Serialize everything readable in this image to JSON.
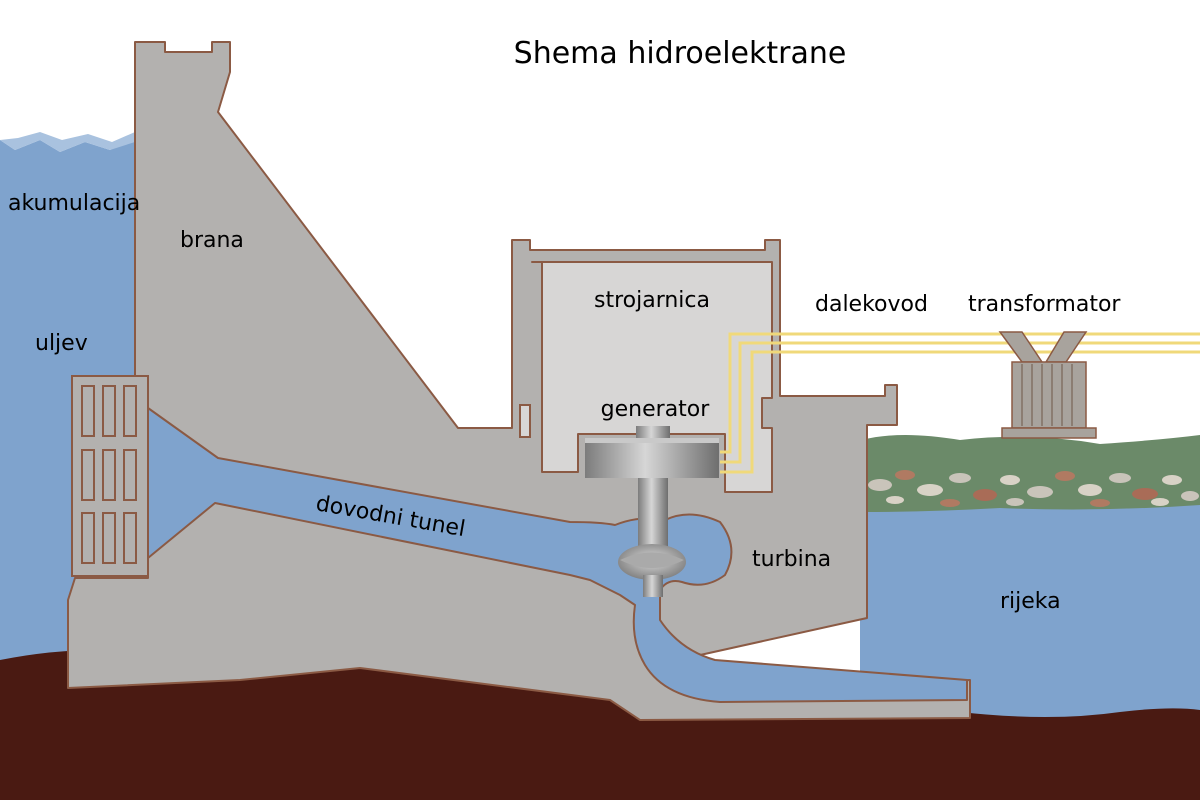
{
  "title": "Shema hidroelektrane",
  "labels": {
    "reservoir": "akumulacija",
    "dam": "brana",
    "intake": "uljev",
    "penstock": "dovodni tunel",
    "powerhouse": "strojarnica",
    "generator": "generator",
    "turbine": "turbina",
    "power_line": "dalekovod",
    "transformer": "transformator",
    "river": "rijeka"
  },
  "colors": {
    "water": "#7fa3cd",
    "water_light": "#a9c2df",
    "concrete": "#b3b1af",
    "concrete_outline": "#8b5a44",
    "powerhouse_room": "#d7d6d5",
    "bedrock": "#4a1a12",
    "grass": "#6b8a69",
    "power_line": "#f0d97a",
    "metal": "#8f8f8f"
  }
}
